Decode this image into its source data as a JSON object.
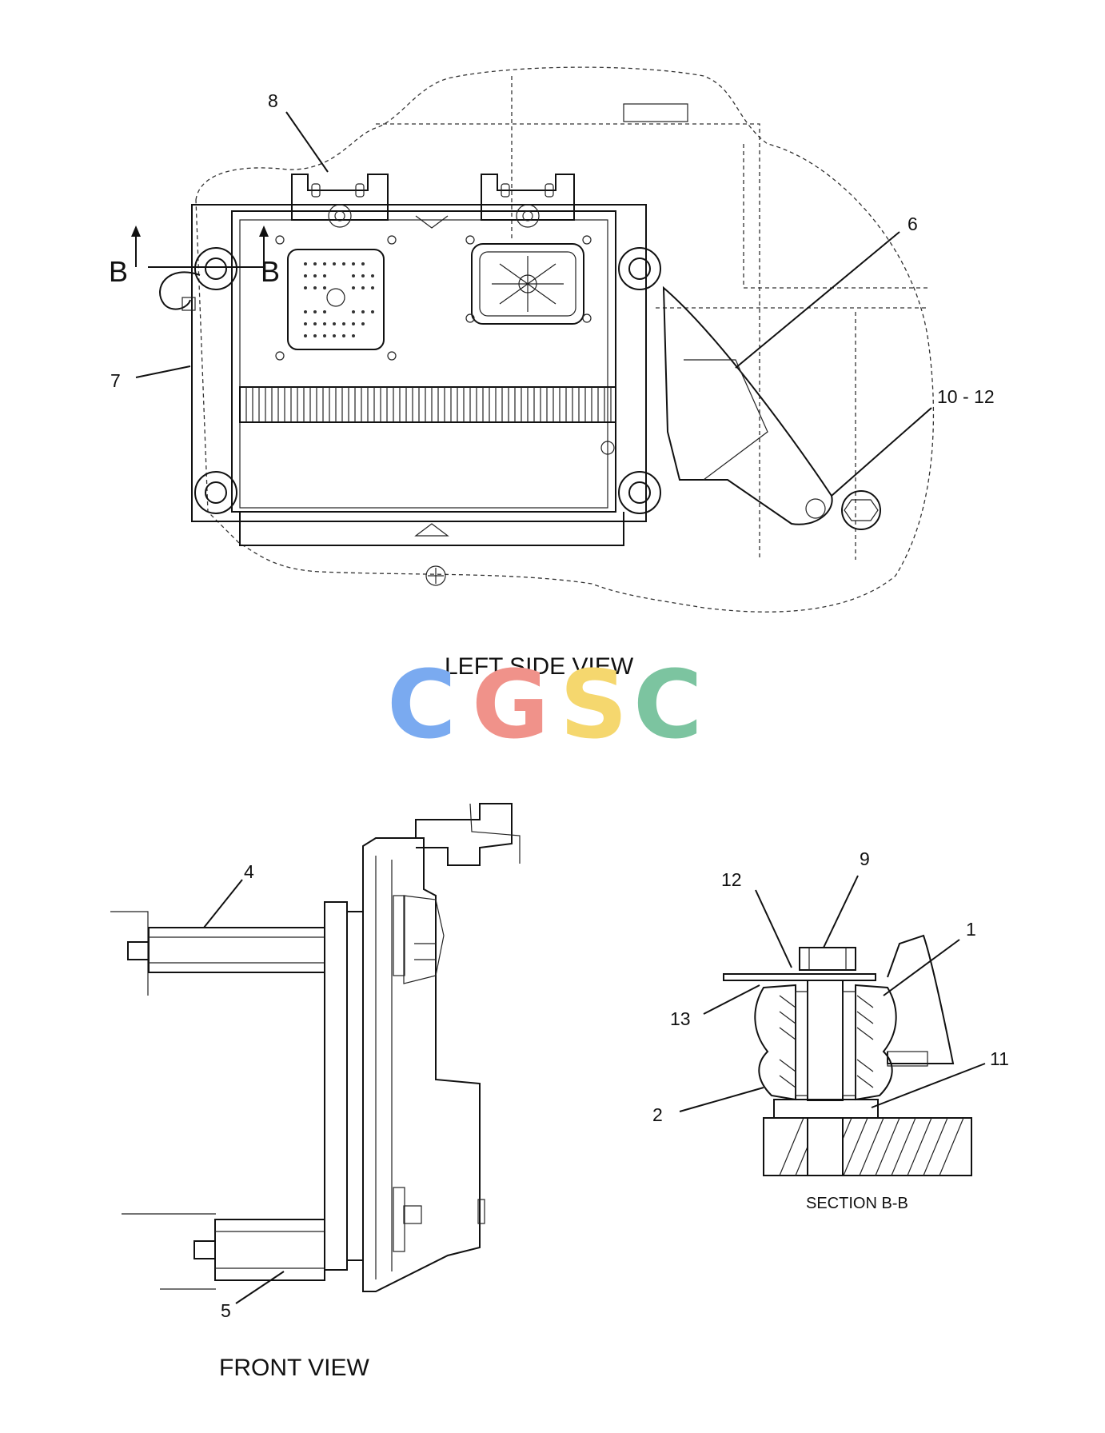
{
  "callouts": {
    "c8": "8",
    "c6": "6",
    "c7": "7",
    "c10_12": "10 - 12",
    "c4": "4",
    "c5": "5",
    "c9": "9",
    "c12": "12",
    "c1": "1",
    "c13": "13",
    "c11": "11",
    "c2": "2"
  },
  "section_marks": {
    "left": "B",
    "right": "B"
  },
  "views": {
    "left_side": "LEFT SIDE VIEW",
    "front": "FRONT VIEW",
    "section": "SECTION B-B"
  },
  "watermark": {
    "letters": [
      "C",
      "G",
      "S",
      "C"
    ],
    "colors": [
      "#7aaaf0",
      "#f0928a",
      "#f5d76e",
      "#7cc4a0"
    ]
  }
}
